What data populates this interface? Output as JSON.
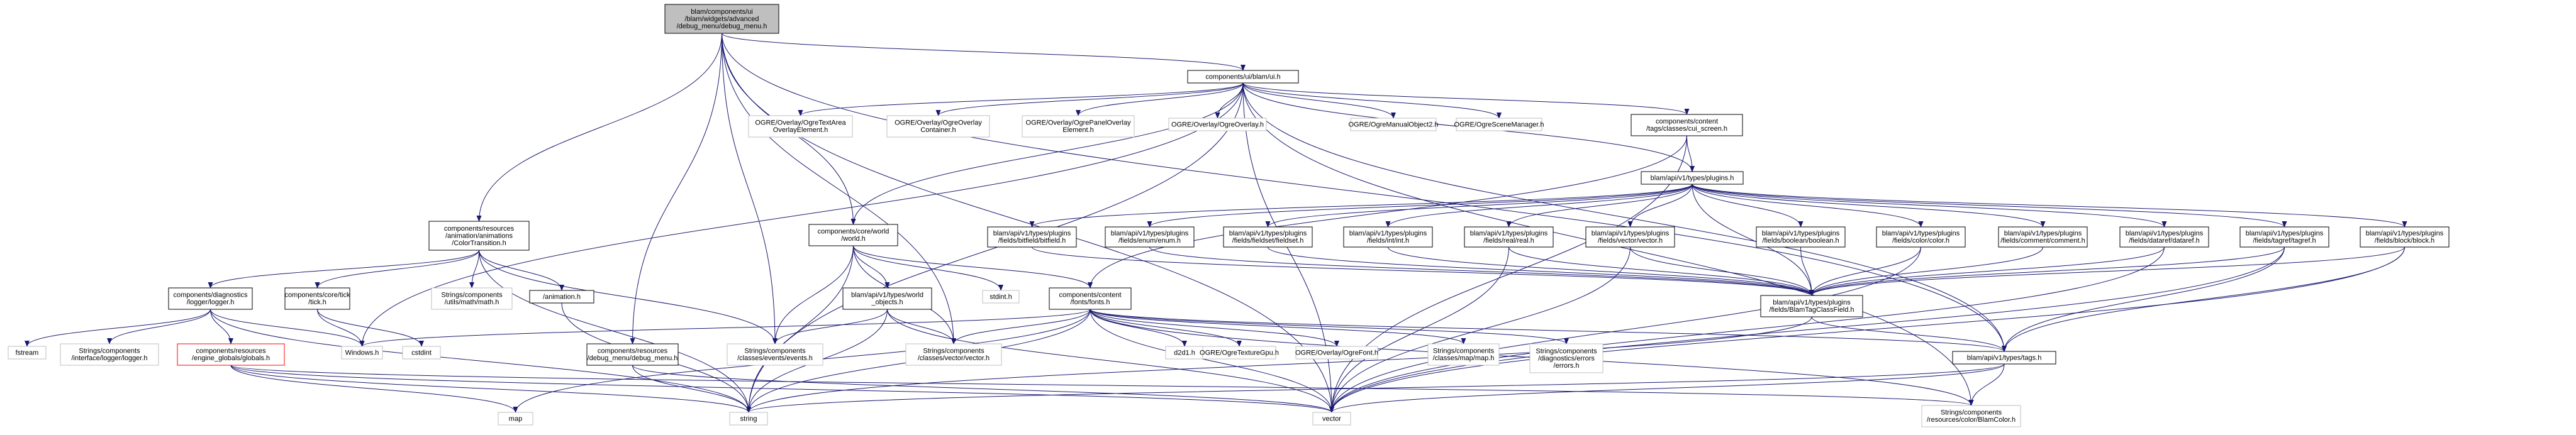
{
  "colors": {
    "edge": "#191970",
    "node_border": "#000000",
    "node_fill": "#ffffff",
    "root_fill": "#bfbfbf",
    "missing_border": "#bfbfbf",
    "red_border": "#ff0000",
    "text": "#000000"
  },
  "nodes": [
    {
      "id": "root",
      "lines": [
        "blam/components/ui",
        "/blam/widgets/advanced",
        "/debug_menu/debug_menu.h"
      ],
      "style": "root"
    },
    {
      "id": "blamui",
      "lines": [
        "components/ui/blam/ui.h"
      ],
      "style": "normal"
    },
    {
      "id": "ogre_textarea",
      "lines": [
        "OGRE/Overlay/OgreTextArea",
        "OverlayElement.h"
      ],
      "style": "missing"
    },
    {
      "id": "ogre_container",
      "lines": [
        "OGRE/Overlay/OgreOverlay",
        "Container.h"
      ],
      "style": "missing"
    },
    {
      "id": "ogre_panel",
      "lines": [
        "OGRE/Overlay/OgrePanelOverlay",
        "Element.h"
      ],
      "style": "missing"
    },
    {
      "id": "ogre_overlay",
      "lines": [
        "OGRE/Overlay/OgreOverlay.h"
      ],
      "style": "missing"
    },
    {
      "id": "ogre_manual",
      "lines": [
        "OGRE/OgreManualObject2.h"
      ],
      "style": "missing"
    },
    {
      "id": "ogre_scene",
      "lines": [
        "OGRE/OgreSceneManager.h"
      ],
      "style": "missing"
    },
    {
      "id": "cui_screen",
      "lines": [
        "components/content",
        "/tags/classes/cui_screen.h"
      ],
      "style": "normal"
    },
    {
      "id": "plugins",
      "lines": [
        "blam/api/v1/types/plugins.h"
      ],
      "style": "normal"
    },
    {
      "id": "color_transition",
      "lines": [
        "components/resources",
        "/animation/animations",
        "/ColorTransition.h"
      ],
      "style": "normal"
    },
    {
      "id": "world",
      "lines": [
        "components/core/world",
        "/world.h"
      ],
      "style": "normal"
    },
    {
      "id": "bitfield",
      "lines": [
        "blam/api/v1/types/plugins",
        "/fields/bitfield/bitfield.h"
      ],
      "style": "normal"
    },
    {
      "id": "enum",
      "lines": [
        "blam/api/v1/types/plugins",
        "/fields/enum/enum.h"
      ],
      "style": "normal"
    },
    {
      "id": "fieldset",
      "lines": [
        "blam/api/v1/types/plugins",
        "/fields/fieldset/fieldset.h"
      ],
      "style": "normal"
    },
    {
      "id": "int",
      "lines": [
        "blam/api/v1/types/plugins",
        "/fields/int/int.h"
      ],
      "style": "normal"
    },
    {
      "id": "real",
      "lines": [
        "blam/api/v1/types/plugins",
        "/fields/real/real.h"
      ],
      "style": "normal"
    },
    {
      "id": "vector_field",
      "lines": [
        "blam/api/v1/types/plugins",
        "/fields/vector/vector.h"
      ],
      "style": "normal"
    },
    {
      "id": "boolean",
      "lines": [
        "blam/api/v1/types/plugins",
        "/fields/boolean/boolean.h"
      ],
      "style": "normal"
    },
    {
      "id": "color_field",
      "lines": [
        "blam/api/v1/types/plugins",
        "/fields/color/color.h"
      ],
      "style": "normal"
    },
    {
      "id": "comment",
      "lines": [
        "blam/api/v1/types/plugins",
        "/fields/comment/comment.h"
      ],
      "style": "normal"
    },
    {
      "id": "dataref",
      "lines": [
        "blam/api/v1/types/plugins",
        "/fields/dataref/dataref.h"
      ],
      "style": "normal"
    },
    {
      "id": "tagref",
      "lines": [
        "blam/api/v1/types/plugins",
        "/fields/tagref/tagref.h"
      ],
      "style": "normal"
    },
    {
      "id": "block",
      "lines": [
        "blam/api/v1/types/plugins",
        "/fields/block/block.h"
      ],
      "style": "normal"
    },
    {
      "id": "logger",
      "lines": [
        "components/diagnostics",
        "/logger/logger.h"
      ],
      "style": "normal"
    },
    {
      "id": "tick",
      "lines": [
        "components/core/tick",
        "/tick.h"
      ],
      "style": "normal"
    },
    {
      "id": "strings_math",
      "lines": [
        "Strings/components",
        "/utils/math/math.h"
      ],
      "style": "missing"
    },
    {
      "id": "animation",
      "lines": [
        "/animation.h"
      ],
      "style": "normal"
    },
    {
      "id": "world_objects",
      "lines": [
        "blam/api/v1/types/world",
        "_objects.h"
      ],
      "style": "normal"
    },
    {
      "id": "stdint",
      "lines": [
        "stdint.h"
      ],
      "style": "missing"
    },
    {
      "id": "fonts",
      "lines": [
        "components/content",
        "/fonts/fonts.h"
      ],
      "style": "normal"
    },
    {
      "id": "blamtagclassfield",
      "lines": [
        "blam/api/v1/types/plugins",
        "/fields/BlamTagClassField.h"
      ],
      "style": "normal"
    },
    {
      "id": "fstream",
      "lines": [
        "fstream"
      ],
      "style": "missing"
    },
    {
      "id": "strings_logger",
      "lines": [
        "Strings/components",
        "/interface/logger/logger.h"
      ],
      "style": "missing"
    },
    {
      "id": "engine_globals",
      "lines": [
        "components/resources",
        "/engine_globals/globals.h"
      ],
      "style": "red"
    },
    {
      "id": "windows",
      "lines": [
        "Windows.h"
      ],
      "style": "missing"
    },
    {
      "id": "cstdint",
      "lines": [
        "cstdint"
      ],
      "style": "missing"
    },
    {
      "id": "resources_debug_menu",
      "lines": [
        "components/resources",
        "/debug_menu/debug_menu.h"
      ],
      "style": "normal"
    },
    {
      "id": "strings_events",
      "lines": [
        "Strings/components",
        "/classes/events/events.h"
      ],
      "style": "missing"
    },
    {
      "id": "strings_vector",
      "lines": [
        "Strings/components",
        "/classes/vector/vector.h"
      ],
      "style": "missing"
    },
    {
      "id": "d2d1",
      "lines": [
        "d2d1.h"
      ],
      "style": "missing"
    },
    {
      "id": "ogre_texturegpu",
      "lines": [
        "OGRE/OgreTextureGpu.h"
      ],
      "style": "missing"
    },
    {
      "id": "ogre_font",
      "lines": [
        "OGRE/Overlay/OgreFont.h"
      ],
      "style": "missing"
    },
    {
      "id": "strings_map",
      "lines": [
        "Strings/components",
        "/classes/map/map.h"
      ],
      "style": "missing"
    },
    {
      "id": "strings_errors",
      "lines": [
        "Strings/components",
        "/diagnostics/errors",
        "/errors.h"
      ],
      "style": "missing"
    },
    {
      "id": "tags",
      "lines": [
        "blam/api/v1/types/tags.h"
      ],
      "style": "normal"
    },
    {
      "id": "map",
      "lines": [
        "map"
      ],
      "style": "missing"
    },
    {
      "id": "string",
      "lines": [
        "string"
      ],
      "style": "missing"
    },
    {
      "id": "vector",
      "lines": [
        "vector"
      ],
      "style": "missing"
    },
    {
      "id": "blamcolor",
      "lines": [
        "Strings/components",
        "/resources/color/BlamColor.h"
      ],
      "style": "missing"
    }
  ],
  "edges": [
    [
      "root",
      "blamui"
    ],
    [
      "root",
      "color_transition"
    ],
    [
      "root",
      "world"
    ],
    [
      "root",
      "resources_debug_menu"
    ],
    [
      "root",
      "strings_events"
    ],
    [
      "root",
      "strings_vector"
    ],
    [
      "root",
      "tags"
    ],
    [
      "root",
      "vector"
    ],
    [
      "blamui",
      "ogre_textarea"
    ],
    [
      "blamui",
      "ogre_container"
    ],
    [
      "blamui",
      "ogre_panel"
    ],
    [
      "blamui",
      "ogre_overlay"
    ],
    [
      "blamui",
      "ogre_manual"
    ],
    [
      "blamui",
      "ogre_scene"
    ],
    [
      "blamui",
      "cui_screen"
    ],
    [
      "blamui",
      "plugins"
    ],
    [
      "blamui",
      "world"
    ],
    [
      "blamui",
      "windows"
    ],
    [
      "blamui",
      "string"
    ],
    [
      "blamui",
      "vector"
    ],
    [
      "blamui",
      "blamcolor"
    ],
    [
      "blamui",
      "tags"
    ],
    [
      "cui_screen",
      "plugins"
    ],
    [
      "cui_screen",
      "fonts"
    ],
    [
      "cui_screen",
      "vector"
    ],
    [
      "plugins",
      "bitfield"
    ],
    [
      "plugins",
      "enum"
    ],
    [
      "plugins",
      "fieldset"
    ],
    [
      "plugins",
      "int"
    ],
    [
      "plugins",
      "real"
    ],
    [
      "plugins",
      "vector_field"
    ],
    [
      "plugins",
      "boolean"
    ],
    [
      "plugins",
      "color_field"
    ],
    [
      "plugins",
      "comment"
    ],
    [
      "plugins",
      "dataref"
    ],
    [
      "plugins",
      "tagref"
    ],
    [
      "plugins",
      "block"
    ],
    [
      "plugins",
      "blamtagclassfield"
    ],
    [
      "bitfield",
      "blamtagclassfield"
    ],
    [
      "enum",
      "blamtagclassfield"
    ],
    [
      "fieldset",
      "blamtagclassfield"
    ],
    [
      "int",
      "blamtagclassfield"
    ],
    [
      "real",
      "blamtagclassfield"
    ],
    [
      "vector_field",
      "blamtagclassfield"
    ],
    [
      "boolean",
      "blamtagclassfield"
    ],
    [
      "color_field",
      "blamtagclassfield"
    ],
    [
      "comment",
      "blamtagclassfield"
    ],
    [
      "dataref",
      "blamtagclassfield"
    ],
    [
      "tagref",
      "blamtagclassfield"
    ],
    [
      "block",
      "blamtagclassfield"
    ],
    [
      "real",
      "vector"
    ],
    [
      "vector_field",
      "vector"
    ],
    [
      "color_field",
      "vector"
    ],
    [
      "dataref",
      "vector"
    ],
    [
      "tagref",
      "tags"
    ],
    [
      "tagref",
      "vector"
    ],
    [
      "block",
      "tags"
    ],
    [
      "block",
      "vector"
    ],
    [
      "blamtagclassfield",
      "tags"
    ],
    [
      "blamtagclassfield",
      "string"
    ],
    [
      "color_transition",
      "logger"
    ],
    [
      "color_transition",
      "tick"
    ],
    [
      "color_transition",
      "strings_math"
    ],
    [
      "color_transition",
      "animation"
    ],
    [
      "color_transition",
      "strings_events"
    ],
    [
      "color_transition",
      "string"
    ],
    [
      "world",
      "world_objects"
    ],
    [
      "world",
      "stdint"
    ],
    [
      "world",
      "fonts"
    ],
    [
      "world",
      "strings_events"
    ],
    [
      "world",
      "strings_vector"
    ],
    [
      "world",
      "string"
    ],
    [
      "logger",
      "fstream"
    ],
    [
      "logger",
      "strings_logger"
    ],
    [
      "logger",
      "engine_globals"
    ],
    [
      "logger",
      "windows"
    ],
    [
      "logger",
      "string"
    ],
    [
      "tick",
      "windows"
    ],
    [
      "tick",
      "cstdint"
    ],
    [
      "animation",
      "string"
    ],
    [
      "world_objects",
      "strings_events"
    ],
    [
      "world_objects",
      "strings_vector"
    ],
    [
      "world_objects",
      "string"
    ],
    [
      "world_objects",
      "vector"
    ],
    [
      "fonts",
      "d2d1"
    ],
    [
      "fonts",
      "ogre_texturegpu"
    ],
    [
      "fonts",
      "ogre_font"
    ],
    [
      "fonts",
      "strings_map"
    ],
    [
      "fonts",
      "strings_errors"
    ],
    [
      "fonts",
      "strings_vector"
    ],
    [
      "fonts",
      "tags"
    ],
    [
      "fonts",
      "windows"
    ],
    [
      "fonts",
      "map"
    ],
    [
      "fonts",
      "string"
    ],
    [
      "fonts",
      "vector"
    ],
    [
      "fonts",
      "blamcolor"
    ],
    [
      "engine_globals",
      "map"
    ],
    [
      "engine_globals",
      "string"
    ],
    [
      "engine_globals",
      "vector"
    ],
    [
      "engine_globals",
      "blamcolor"
    ],
    [
      "resources_debug_menu",
      "string"
    ],
    [
      "resources_debug_menu",
      "vector"
    ],
    [
      "tags",
      "string"
    ],
    [
      "tags",
      "vector"
    ],
    [
      "tags",
      "blamcolor"
    ]
  ]
}
